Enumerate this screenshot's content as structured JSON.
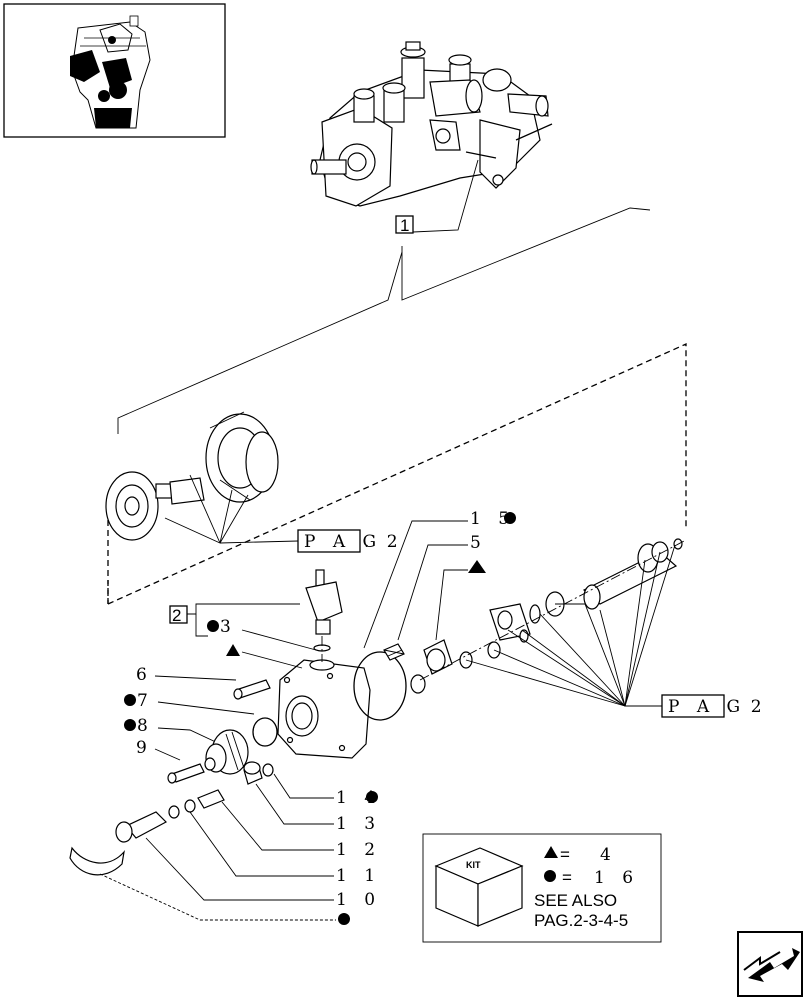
{
  "callouts": {
    "c1": "1",
    "c2": "2",
    "c3": "3",
    "c5": "5",
    "c6": "6",
    "c7": "7",
    "c8": "8",
    "c9": "9",
    "c10": "1 0",
    "c11": "1 1",
    "c12": "1 2",
    "c13": "1 3",
    "c14": "1 4",
    "c15": "1 5"
  },
  "page_refs": {
    "left": {
      "box": "P A G",
      "num": ". 2"
    },
    "right": {
      "box": "P A G",
      "num": ". 2"
    }
  },
  "kit_legend": {
    "kit_label": "KIT",
    "triangle_eq": "=",
    "triangle_qty": "4",
    "circle_eq": "=",
    "circle_qty": "1 6",
    "see_also_1": "SEE ALSO",
    "see_also_2": "PAG.2-3-4-5"
  },
  "icons": {
    "thumbnail": "engine-thumbnail-icon",
    "next_page": "next-page-arrow-icon",
    "kit_box": "kit-box-icon"
  }
}
